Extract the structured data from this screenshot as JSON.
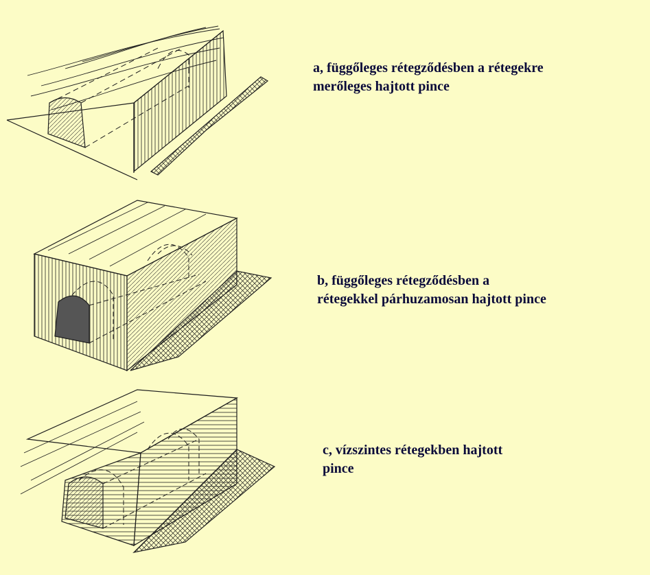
{
  "colors": {
    "background": "#fcfcc6",
    "ink": "#1e1e1e",
    "caption": "#0b0b3a"
  },
  "captions": {
    "a": {
      "line1": "a, függőleges rétegződésben a rétegekre",
      "line2": "merőleges hajtott pince"
    },
    "b": {
      "line1": "b, függőleges rétegződésben a",
      "line2": "rétegekkel párhuzamosan hajtott pince"
    },
    "c": {
      "line1": "c, vízszintes rétegekben hajtott",
      "line2": "pince"
    }
  }
}
